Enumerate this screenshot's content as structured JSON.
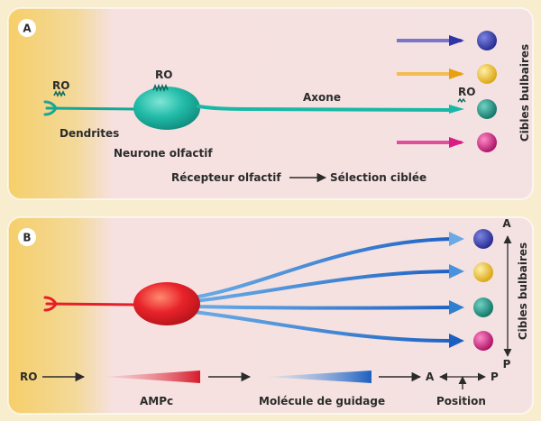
{
  "panel_a": {
    "letter": "A",
    "ro_left": "RO",
    "ro_soma": "RO",
    "ro_terminal": "RO",
    "dendrites": "Dendrites",
    "neuron": "Neurone olfactif",
    "axon": "Axone",
    "targets_label": "Cibles bulbaires",
    "flow_from": "Récepteur olfactif",
    "flow_to": "Sélection ciblée"
  },
  "panel_b": {
    "letter": "B",
    "targets_label": "Cibles bulbaires",
    "axis_top": "A",
    "axis_bottom": "P",
    "flow_ro": "RO",
    "flow_ampc": "AMPc",
    "flow_guidance": "Molécule de guidage",
    "flow_a": "A",
    "flow_p": "P",
    "position": "Position"
  },
  "colors": {
    "neuron_teal": "#19b8a6",
    "neuron_red": "#e51f2a",
    "guidance_blue": "#2f7fd0",
    "target_blue": "#2f35a8",
    "target_yellow": "#f0c020",
    "target_teal": "#1f9c8c",
    "target_magenta": "#d81e86"
  }
}
